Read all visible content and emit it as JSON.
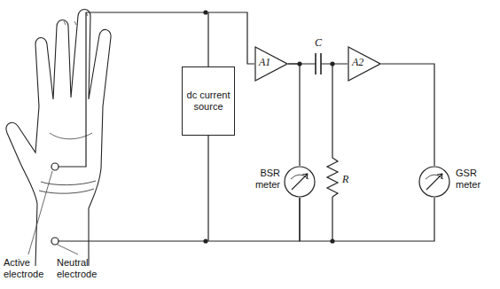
{
  "diagram": {
    "nodes": [
      {
        "text": [
          "dc current source"
        ]
      },
      {
        "text": [
          "A1"
        ]
      },
      {
        "text": [
          "A2"
        ]
      },
      {
        "text": [
          "BSR meter"
        ]
      },
      {
        "text": [
          "GSR meter"
        ]
      }
    ],
    "edges": [
      {
        "from": 0,
        "to": 1,
        "arrow": "none"
      },
      {
        "from": 1,
        "to": 3,
        "arrow": "none"
      },
      {
        "from": 1,
        "to": 2,
        "label": "C",
        "arrow": "none"
      },
      {
        "from": 2,
        "to": 4,
        "arrow": "none"
      },
      {
        "from": 0,
        "to": 3,
        "arrow": "none"
      },
      {
        "from": 3,
        "to": 4,
        "arrow": "none"
      }
    ],
    "labels": [
      "R",
      "Active electrode",
      "Neutral electrode"
    ]
  }
}
